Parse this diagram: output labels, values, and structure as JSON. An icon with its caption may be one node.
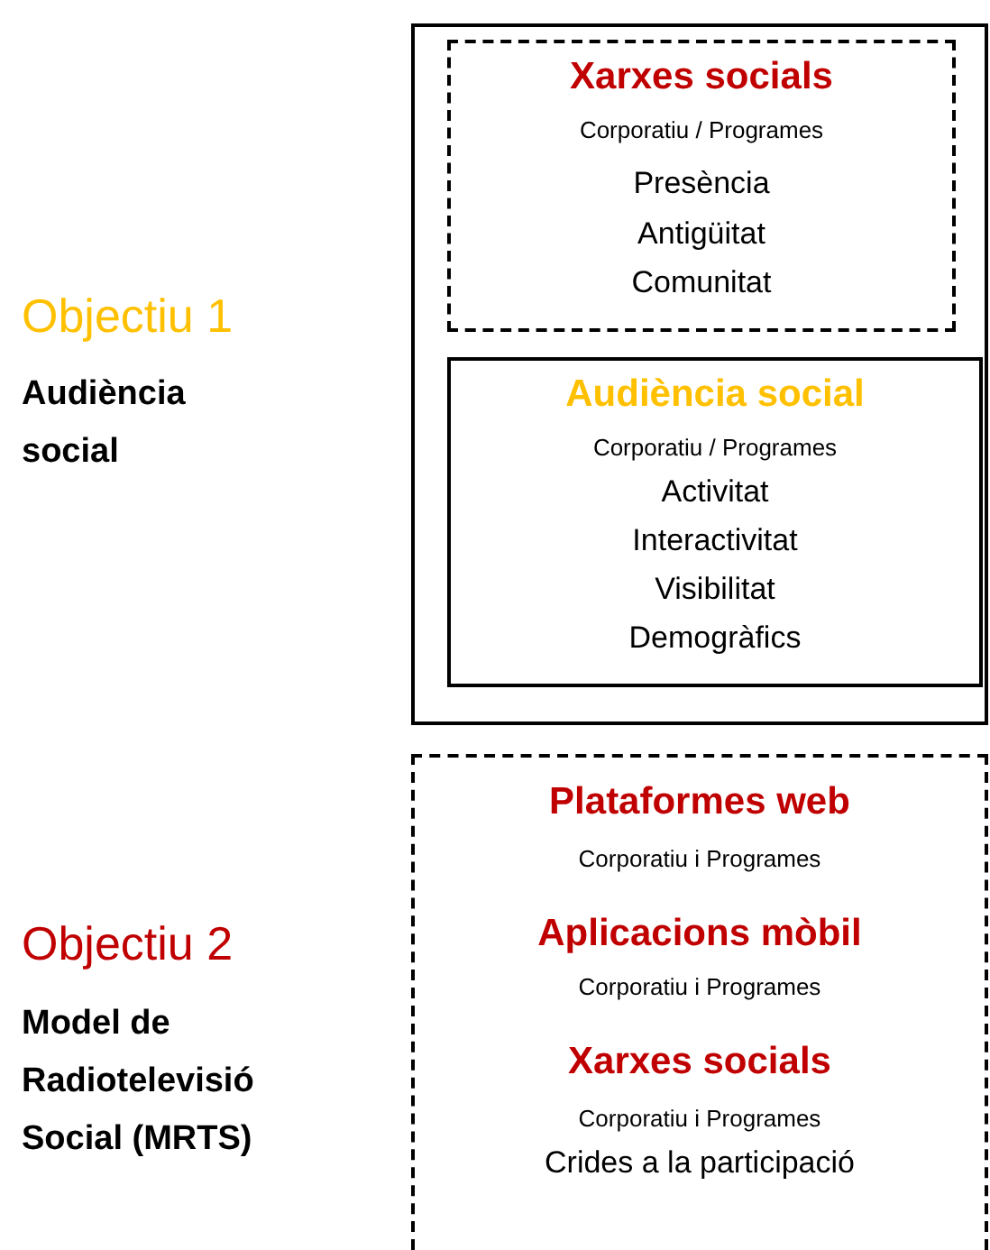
{
  "diagram": {
    "nodes": [
      {
        "text": [],
        "shape": "box"
      },
      {
        "text": [
          "Xarxes socials",
          "Corporatiu / Programes",
          "Presència",
          "Antigüitat",
          "Comunitat"
        ],
        "in": 0
      },
      {
        "text": [
          "Audiència social",
          "Corporatiu / Programes",
          "Activitat",
          "Interactivitat",
          "Visibilitat",
          "Demogràfics"
        ],
        "in": 0
      },
      {
        "text": [
          "Plataformes web",
          "Corporatiu i Programes",
          "Aplicacions mòbil",
          "Corporatiu i Programes",
          "Xarxes socials",
          "Corporatiu i Programes",
          "Crides a la participació"
        ]
      }
    ],
    "labels": [
      "Objectiu 1",
      "Audiència social",
      "Objectiu 2",
      "Model de Radiotelevisió Social (MRTS)"
    ]
  }
}
